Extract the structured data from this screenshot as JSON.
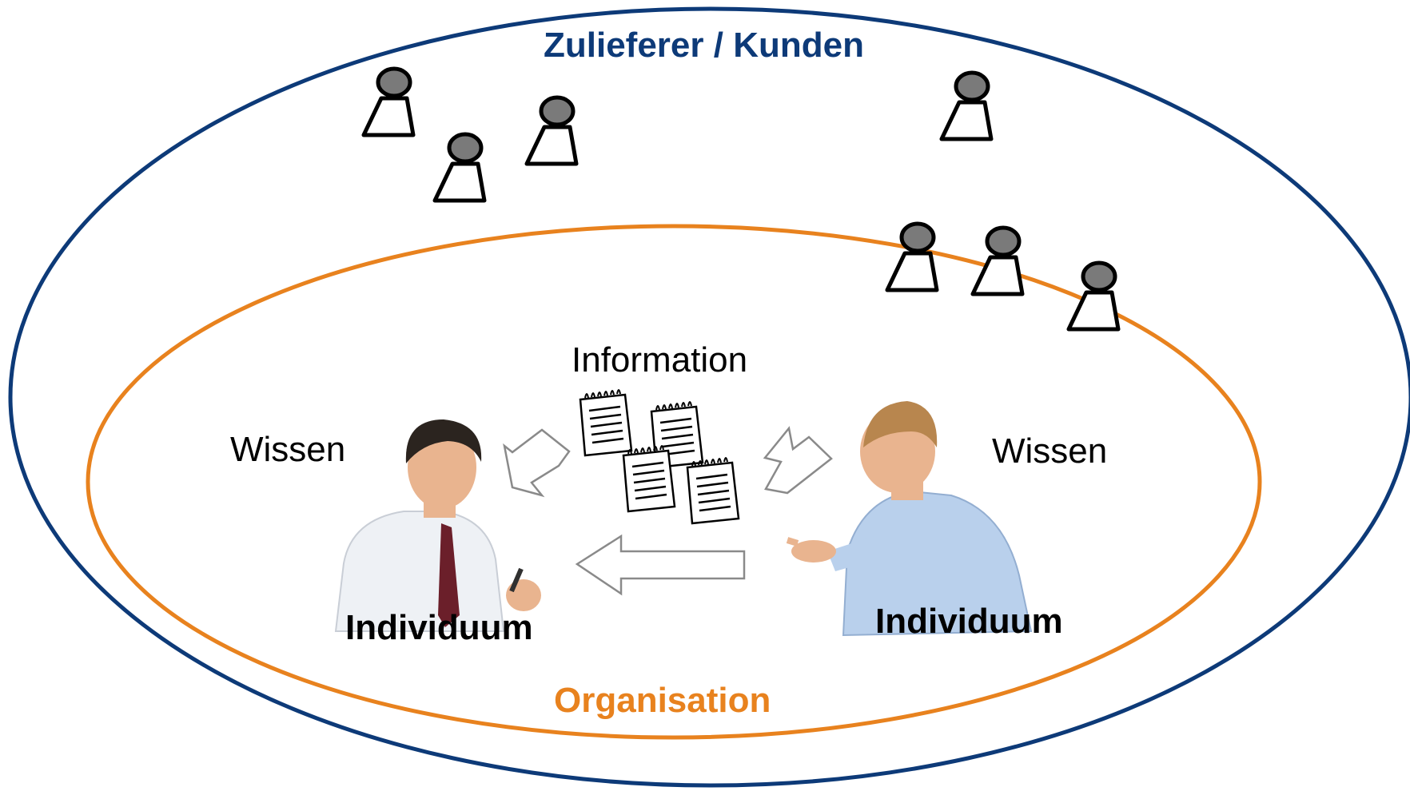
{
  "outer_region": {
    "label": "Zulieferer / Kunden",
    "color": "#0d3a78"
  },
  "inner_region": {
    "label": "Organisation",
    "color": "#e8821e"
  },
  "information_label": "Information",
  "knowledge_left": "Wissen",
  "knowledge_right": "Wissen",
  "individual_left": "Individuum",
  "individual_right": "Individuum",
  "icons": {
    "stakeholder": "person-pawn-icon",
    "document": "document-icon",
    "arrow": "arrow-icon"
  },
  "colors": {
    "pawn_head": "#7a7a7a",
    "shirt_blue": "#b9d0ec",
    "shirt_white": "#eef1f5"
  }
}
